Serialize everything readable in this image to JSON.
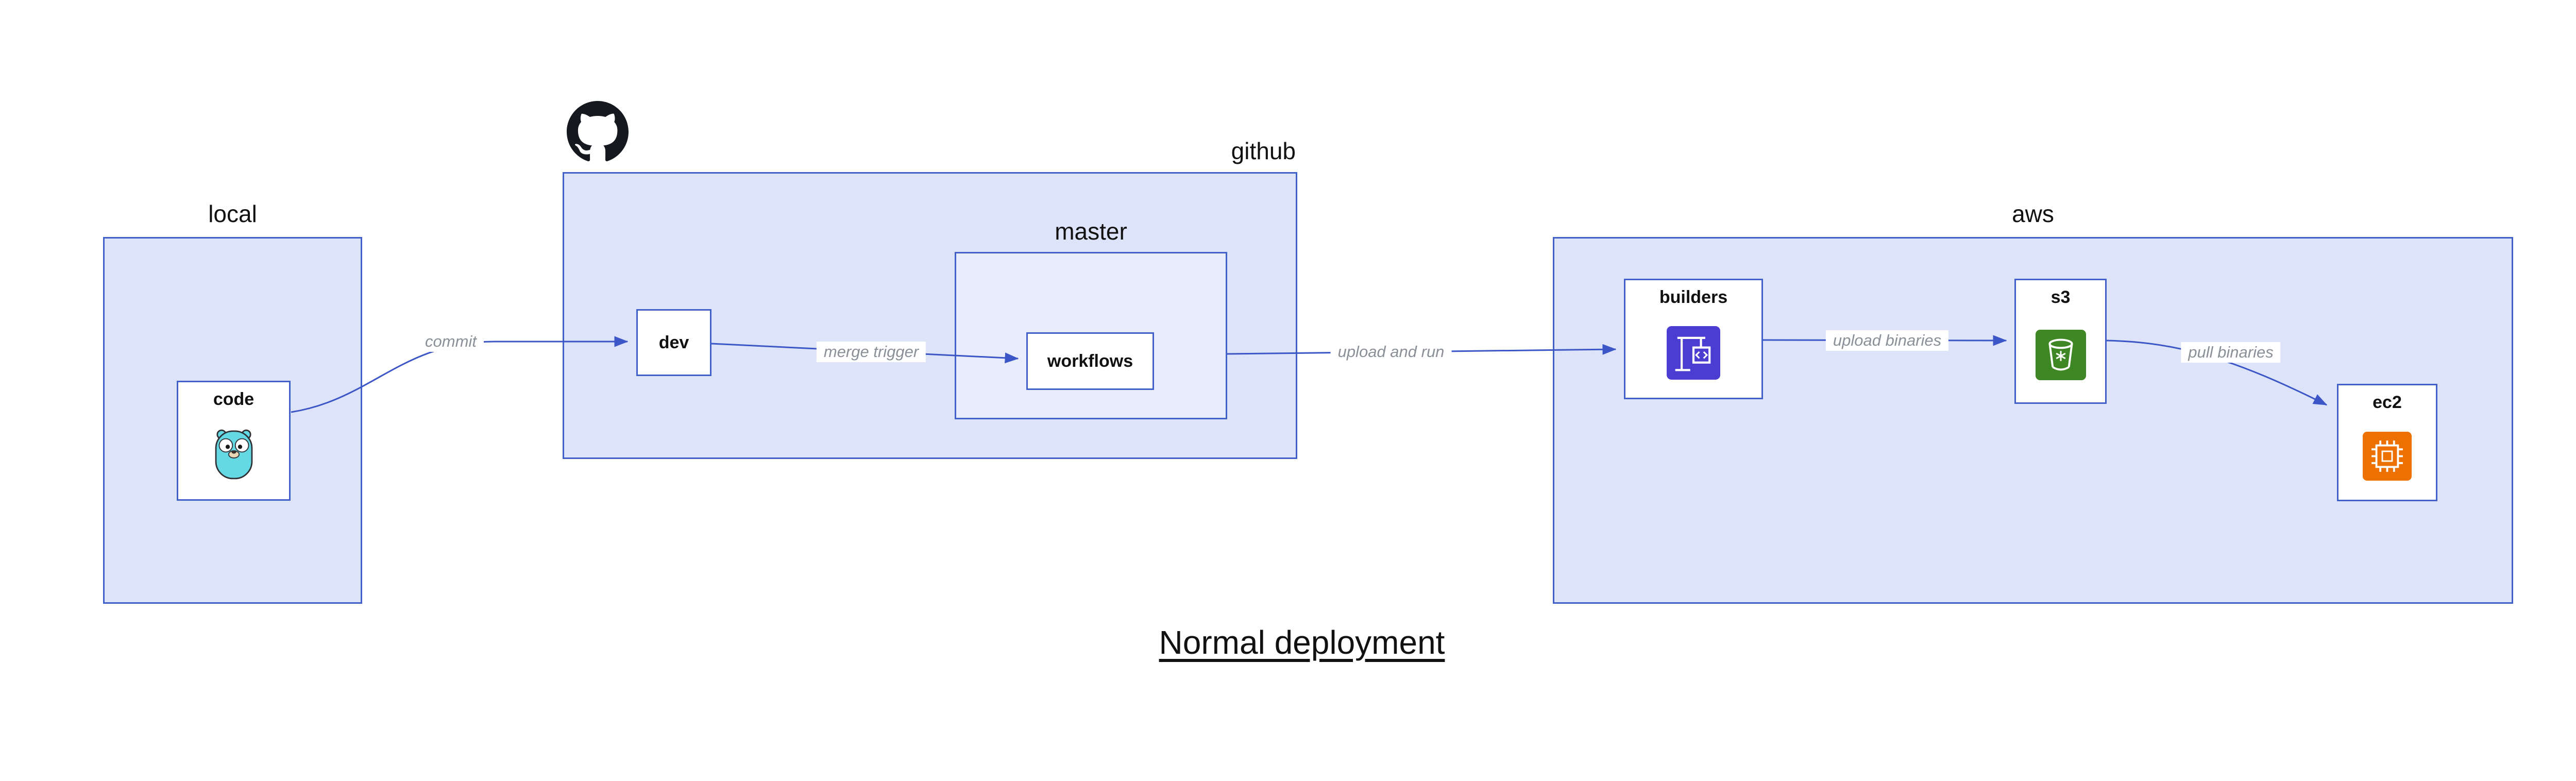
{
  "diagram": {
    "title": "Normal deployment",
    "containers": {
      "local": {
        "label": "local"
      },
      "github": {
        "label": "github"
      },
      "master": {
        "label": "master"
      },
      "aws": {
        "label": "aws"
      }
    },
    "nodes": {
      "code": {
        "label": "code",
        "icon": "gopher-icon"
      },
      "dev": {
        "label": "dev"
      },
      "workflows": {
        "label": "workflows"
      },
      "builders": {
        "label": "builders",
        "icon": "codebuild-icon"
      },
      "s3": {
        "label": "s3",
        "icon": "s3-bucket-icon"
      },
      "ec2": {
        "label": "ec2",
        "icon": "ec2-chip-icon"
      }
    },
    "edges": [
      {
        "from": "code",
        "to": "dev",
        "label": "commit"
      },
      {
        "from": "dev",
        "to": "workflows",
        "label": "merge trigger"
      },
      {
        "from": "master",
        "to": "builders",
        "label": "upload and run"
      },
      {
        "from": "builders",
        "to": "s3",
        "label": "upload binaries"
      },
      {
        "from": "s3",
        "to": "ec2",
        "label": "pull binaries"
      }
    ],
    "colors": {
      "container_fill": "#dde3f8",
      "container_border": "#4160c8",
      "master_fill": "#e9edfb",
      "node_fill": "#ffffff",
      "arrow": "#3c56c8",
      "edge_label": "#8a8f98",
      "codebuild_purple": "#4b3dd1",
      "s3_green": "#3f8624",
      "ec2_orange": "#ed7100",
      "gopher_teal": "#64d9e3",
      "github_black": "#15191e"
    }
  }
}
